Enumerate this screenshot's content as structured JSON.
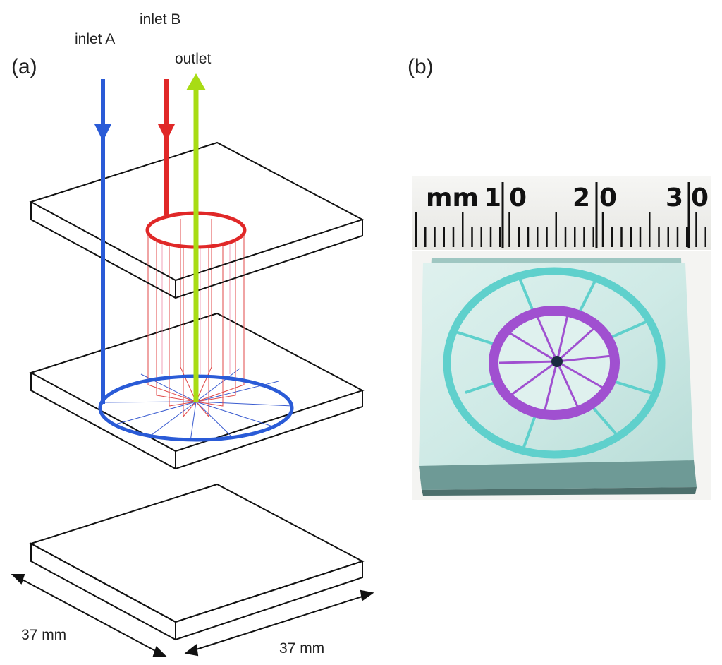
{
  "panel_a": {
    "label": "(a)",
    "inlet_a": "inlet A",
    "inlet_b": "inlet B",
    "outlet": "outlet",
    "dim_left": "37 mm",
    "dim_right": "37 mm"
  },
  "panel_b": {
    "label": "(b)",
    "ruler": {
      "unit": "mm",
      "tick_1": "1",
      "tick_0": "0",
      "tick_2": "2",
      "tick_20": "0",
      "tick_3": "3",
      "tick_30": "0"
    }
  },
  "colors": {
    "inlet_a": "#2a5bd7",
    "inlet_b": "#e02828",
    "outlet": "#a8dc14",
    "photo_outer_ring": "#5fd0cc",
    "photo_inner_ring": "#a050d0"
  }
}
